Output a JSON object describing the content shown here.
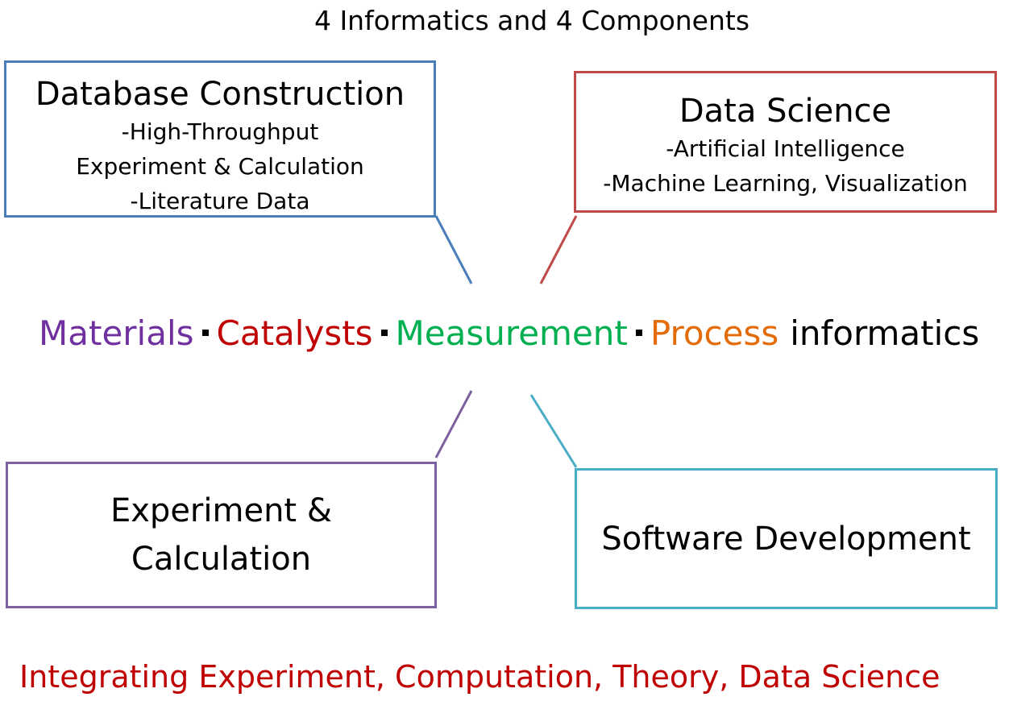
{
  "title": "4 Informatics and 4 Components",
  "boxes": {
    "database": {
      "heading": "Database Construction",
      "lines": [
        "-High-Throughput",
        "Experiment & Calculation",
        "-Literature Data"
      ],
      "border_color": "#4a7ebb"
    },
    "data_science": {
      "heading": "Data Science",
      "lines": [
        "-Artificial Intelligence",
        "-Machine Learning, Visualization"
      ],
      "border_color": "#be4b48"
    },
    "experiment": {
      "heading_lines": [
        "Experiment &",
        "Calculation"
      ],
      "border_color": "#7d60a0"
    },
    "software": {
      "heading": "Software Development",
      "border_color": "#4bacc6"
    }
  },
  "center": {
    "materials": {
      "text": "Materials",
      "color": "#7030a0"
    },
    "catalysts": {
      "text": "Catalysts",
      "color": "#c00000"
    },
    "measurement": {
      "text": "Measurement",
      "color": "#00b050"
    },
    "process": {
      "text": "Process",
      "color": "#e36c09"
    },
    "suffix": {
      "text": "informatics",
      "color": "#000000"
    }
  },
  "footer": {
    "text": "Integrating Experiment, Computation, Theory, Data Science",
    "color": "#c00000"
  }
}
